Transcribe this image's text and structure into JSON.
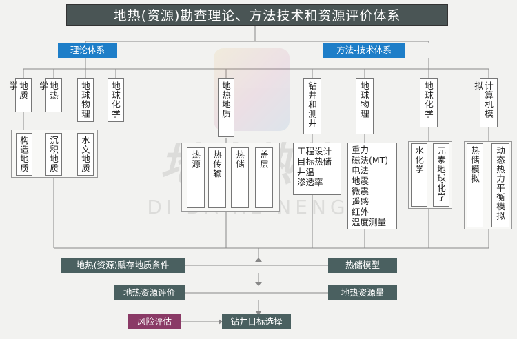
{
  "title": "地热(资源)勘查理论、方法技术和资源评价体系",
  "theory_label": "理论体系",
  "method_label": "方法-技术体系",
  "theory": {
    "geology": "地质学",
    "geothermics": "地热学",
    "geophysics": "地球物理",
    "geochemistry": "地球化学",
    "geology_subs": [
      "构造地质",
      "沉积地质",
      "水文地质"
    ]
  },
  "geothermal_geology": {
    "label": "地热地质",
    "subs": [
      "热源",
      "热传输",
      "热储",
      "盖层"
    ]
  },
  "drilling": {
    "label": "钻井和测井",
    "detail": "工程设计\n目标热储\n井温\n渗透率"
  },
  "geophysics_method": {
    "label": "地球物理",
    "detail": "重力\n磁法(MT)\n电法\n地震\n微震\n遥感\n红外\n温度测量"
  },
  "geochem_method": {
    "label": "地球化学",
    "subs": [
      "水化学",
      "元素地球化学"
    ]
  },
  "computer": {
    "label": "计算机模拟",
    "subs": [
      "热储模拟",
      "动态热力平衡模拟"
    ]
  },
  "bottom": {
    "occurrence": "地热(资源)赋存地质条件",
    "reservoir_model": "热储模型",
    "evaluation": "地热资源评价",
    "resource_amount": "地热资源量",
    "risk": "风险评估",
    "target": "钻井目标选择"
  },
  "watermark": {
    "text": "地大热能",
    "subtext": "DI DA RE NENG"
  },
  "colors": {
    "blue": "#1e7ec8",
    "dark": "#4a6060",
    "red": "#8a3a66",
    "title": "#4a5555"
  }
}
